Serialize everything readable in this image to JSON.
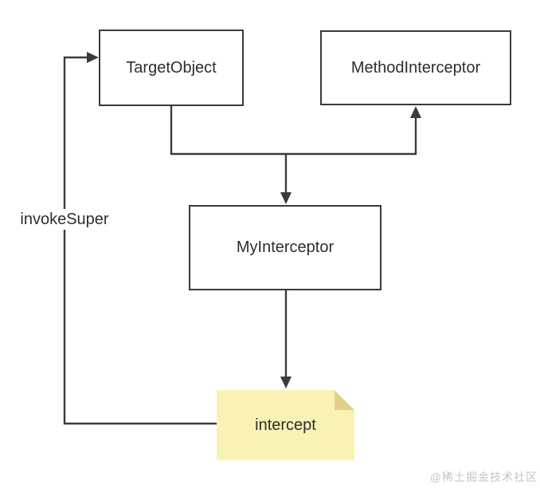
{
  "diagram": {
    "nodes": [
      {
        "id": "target-object",
        "label": "TargetObject",
        "shape": "rectangle"
      },
      {
        "id": "method-interceptor",
        "label": "MethodInterceptor",
        "shape": "rectangle"
      },
      {
        "id": "my-interceptor",
        "label": "MyInterceptor",
        "shape": "rectangle"
      },
      {
        "id": "intercept-note",
        "label": "intercept",
        "shape": "sticky-note"
      }
    ],
    "edges": [
      {
        "from": "target-object",
        "to": "method-interceptor",
        "style": "arrow-up-into-methodinterceptor",
        "label": ""
      },
      {
        "from": "junction",
        "to": "my-interceptor",
        "style": "arrow-down",
        "label": ""
      },
      {
        "from": "my-interceptor",
        "to": "intercept-note",
        "style": "arrow-down",
        "label": ""
      },
      {
        "from": "intercept-note",
        "to": "target-object",
        "style": "arrow-right-loop-left-side",
        "label": "invokeSuper"
      }
    ],
    "colors": {
      "background": "#ffffff",
      "line": "#3b3b3d",
      "box_border": "#3b3b3d",
      "box_fill": "#ffffff",
      "note_fill": "#faf2b5",
      "note_fold": "#e0d189",
      "label_text": "#2e2e30",
      "watermark_text": "#c5c5c7"
    }
  },
  "watermark": {
    "text": "@稀土掘金技术社区"
  }
}
